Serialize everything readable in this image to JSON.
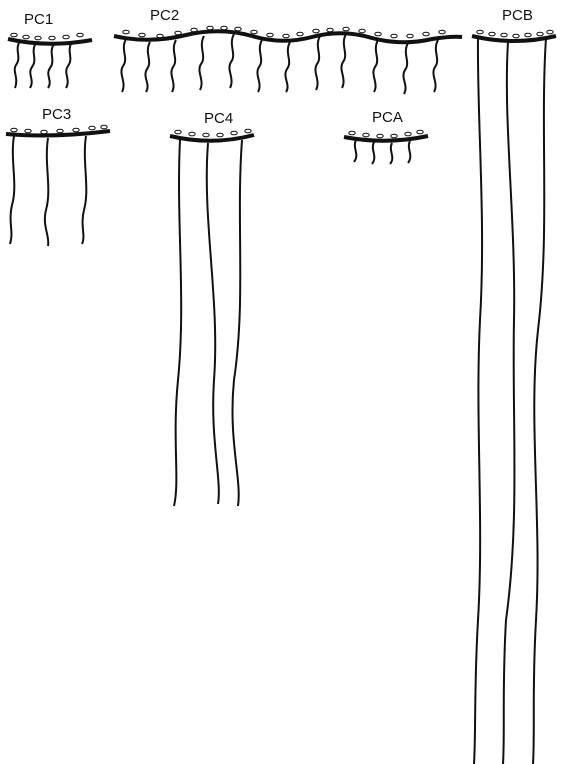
{
  "diagram": {
    "items": [
      {
        "id": "pc1",
        "label": "PC1"
      },
      {
        "id": "pc2",
        "label": "PC2"
      },
      {
        "id": "pcb",
        "label": "PCB"
      },
      {
        "id": "pc3",
        "label": "PC3"
      },
      {
        "id": "pc4",
        "label": "PC4"
      },
      {
        "id": "pca",
        "label": "PCA"
      }
    ],
    "colors": {
      "stroke": "#111111",
      "background": "#ffffff"
    }
  }
}
